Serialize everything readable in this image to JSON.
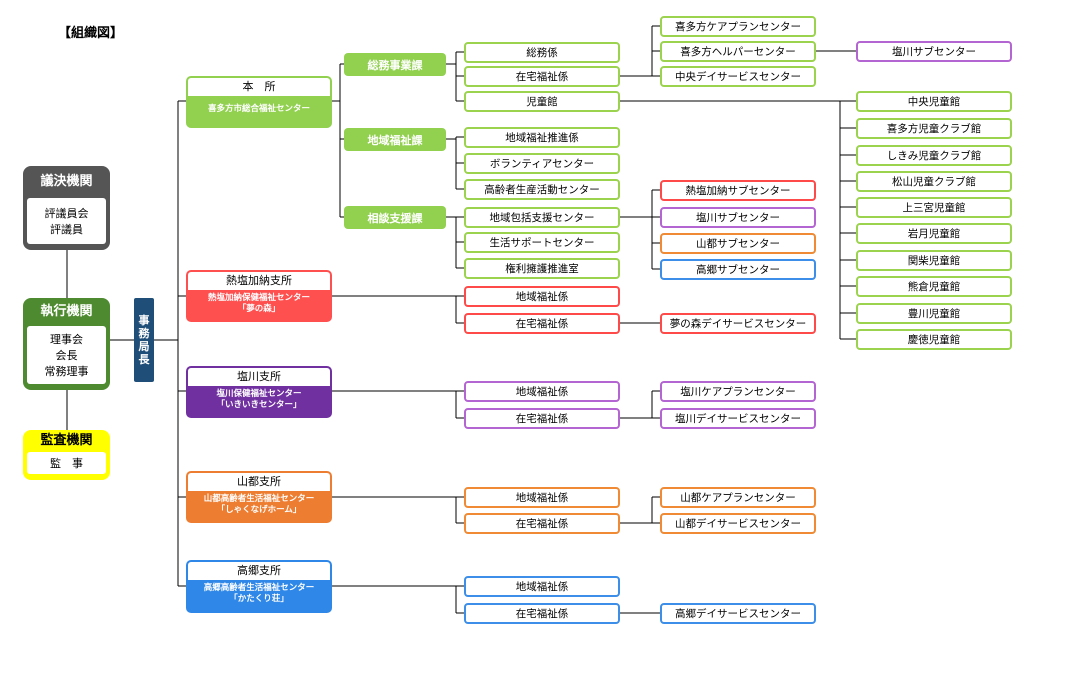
{
  "title": "【組織図】",
  "governance": {
    "legislative": {
      "heading": "議決機関",
      "lines": [
        "評議員会",
        "評議員"
      ]
    },
    "executive": {
      "heading": "執行機関",
      "lines": [
        "理事会",
        "会長",
        "常務理事"
      ]
    },
    "audit": {
      "heading": "監査機関",
      "lines": [
        "監　事"
      ]
    }
  },
  "secretary_general": [
    "事",
    "務",
    "局",
    "長"
  ],
  "headquarters": {
    "name": "本　所",
    "sub": "喜多方市総合福祉センター"
  },
  "departments": {
    "general": "総務事業課",
    "welfare": "地域福祉課",
    "consult": "相談支援課"
  },
  "general_units": [
    "総務係",
    "在宅福祉係",
    "児童館"
  ],
  "welfare_units": [
    "地域福祉推進係",
    "ボランティアセンター",
    "高齢者生産活動センター"
  ],
  "consult_units": [
    "地域包括支援センター",
    "生活サポートセンター",
    "権利擁護推進室"
  ],
  "home_care_centers": [
    "喜多方ケアプランセンター",
    "喜多方ヘルパーセンター",
    "中央デイサービスセンター"
  ],
  "shiokawa_sub_top": "塩川サブセンター",
  "subcenters": [
    "熱塩加納サブセンター",
    "塩川サブセンター",
    "山都サブセンター",
    "高郷サブセンター"
  ],
  "childrens_halls": [
    "中央児童館",
    "喜多方児童クラブ館",
    "しきみ児童クラブ館",
    "松山児童クラブ館",
    "上三宮児童館",
    "岩月児童館",
    "関柴児童館",
    "熊倉児童館",
    "豊川児童館",
    "慶徳児童館"
  ],
  "branches": {
    "atsushiokano": {
      "name": "熱塩加納支所",
      "sub": [
        "熱塩加納保健福祉センター",
        "「夢の森」"
      ],
      "units": [
        "地域福祉係",
        "在宅福祉係"
      ],
      "services": [
        "夢の森デイサービスセンター"
      ]
    },
    "shiokawa": {
      "name": "塩川支所",
      "sub": [
        "塩川保健福祉センター",
        "「いきいきセンター」"
      ],
      "units": [
        "地域福祉係",
        "在宅福祉係"
      ],
      "services": [
        "塩川ケアプランセンター",
        "塩川デイサービスセンター"
      ]
    },
    "yamato": {
      "name": "山都支所",
      "sub": [
        "山都高齢者生活福祉センター",
        "「しゃくなげホーム」"
      ],
      "units": [
        "地域福祉係",
        "在宅福祉係"
      ],
      "services": [
        "山都ケアプランセンター",
        "山都デイサービスセンター"
      ]
    },
    "takasato": {
      "name": "高郷支所",
      "sub": [
        "高郷高齢者生活福祉センター",
        "「かたくり荘」"
      ],
      "units": [
        "地域福祉係",
        "在宅福祉係"
      ],
      "services": [
        "高郷デイサービスセンター"
      ]
    }
  },
  "colors": {
    "green": "#92d050",
    "purple": "#7030a0",
    "red": "#ff5050",
    "orange": "#ed7d31",
    "blue": "#2f87e8",
    "gray": "#555555",
    "navy": "#1f4e79",
    "yellow": "#ffff00"
  }
}
